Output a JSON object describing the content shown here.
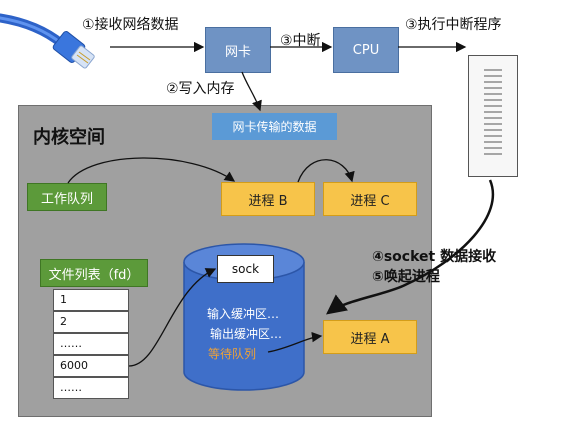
{
  "steps": {
    "step1": "①接收网络数据",
    "step2": "②写入内存",
    "step3a": "③中断",
    "step3b": "③执行中断程序",
    "step4": "④socket 数据接收",
    "step5": "⑤唤起进程"
  },
  "boxes": {
    "nic": "网卡",
    "cpu": "CPU",
    "nic_data": "网卡传输的数据",
    "kernel_title": "内核空间",
    "work_queue": "工作队列",
    "process_b": "进程 B",
    "process_c": "进程 C",
    "process_a": "进程 A",
    "fd_list": "文件列表（fd）",
    "sock": "sock"
  },
  "fd_rows": [
    "1",
    "2",
    "……",
    "6000",
    "……"
  ],
  "socket_parts": {
    "recv_buffer": "输入缓冲区…",
    "send_buffer": "输出缓冲区…",
    "wait_queue": "等待队列"
  },
  "colors": {
    "kernel_bg": "#a0a0a0",
    "blue_box": "#6f93c4",
    "green_box": "#5c9a3a",
    "orange_box": "#f7c44a",
    "cylinder": "#3f6fc9",
    "wait_queue_text": "#f0a236"
  },
  "icons": {
    "network_cable": "ethernet-cable-icon",
    "printout": "interrupt-program-listing-icon"
  }
}
